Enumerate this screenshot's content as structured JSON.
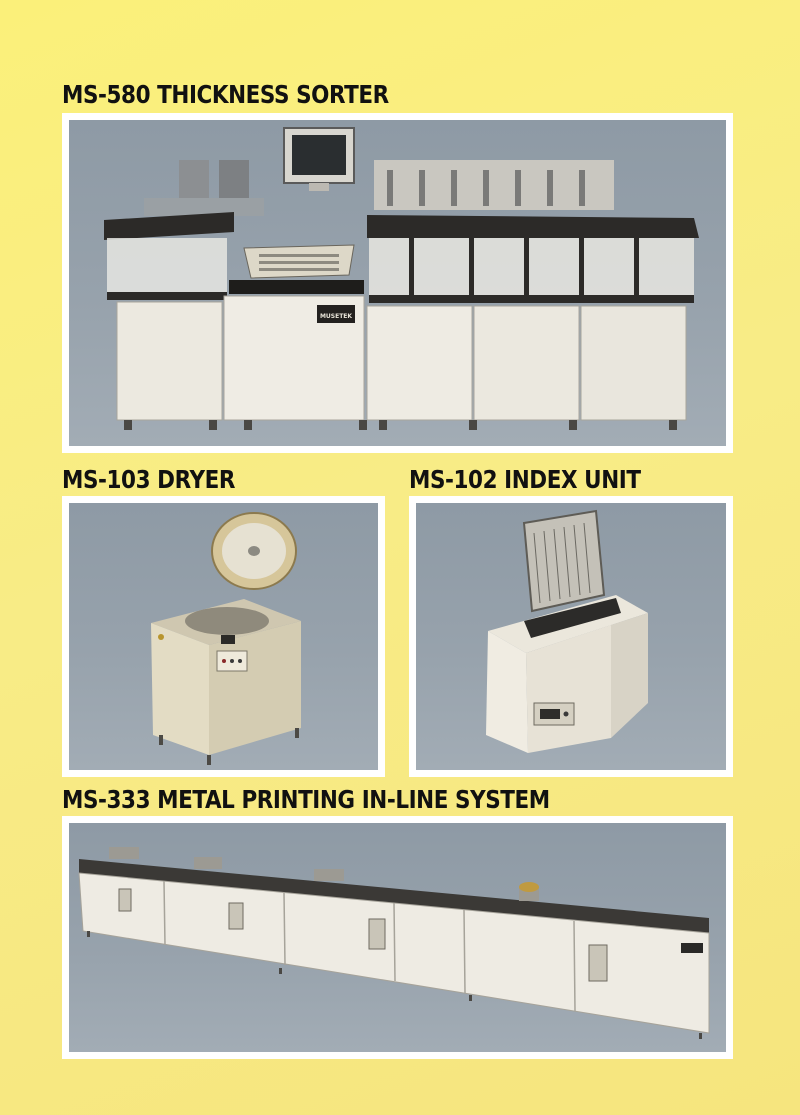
{
  "sections": {
    "thickness_sorter": {
      "title": "MS-580 THICKNESS SORTER"
    },
    "dryer": {
      "title": "MS-103 DRYER"
    },
    "index_unit": {
      "title": "MS-102 INDEX UNIT"
    },
    "inline_system": {
      "title": "MS-333 METAL PRINTING IN-LINE SYSTEM"
    }
  },
  "logo_text": "MUSETEK",
  "colors": {
    "page_background": "#f9ed80",
    "heading_text": "#111111",
    "photo_frame": "#ffffff",
    "photo_background": "#97a2ac"
  }
}
